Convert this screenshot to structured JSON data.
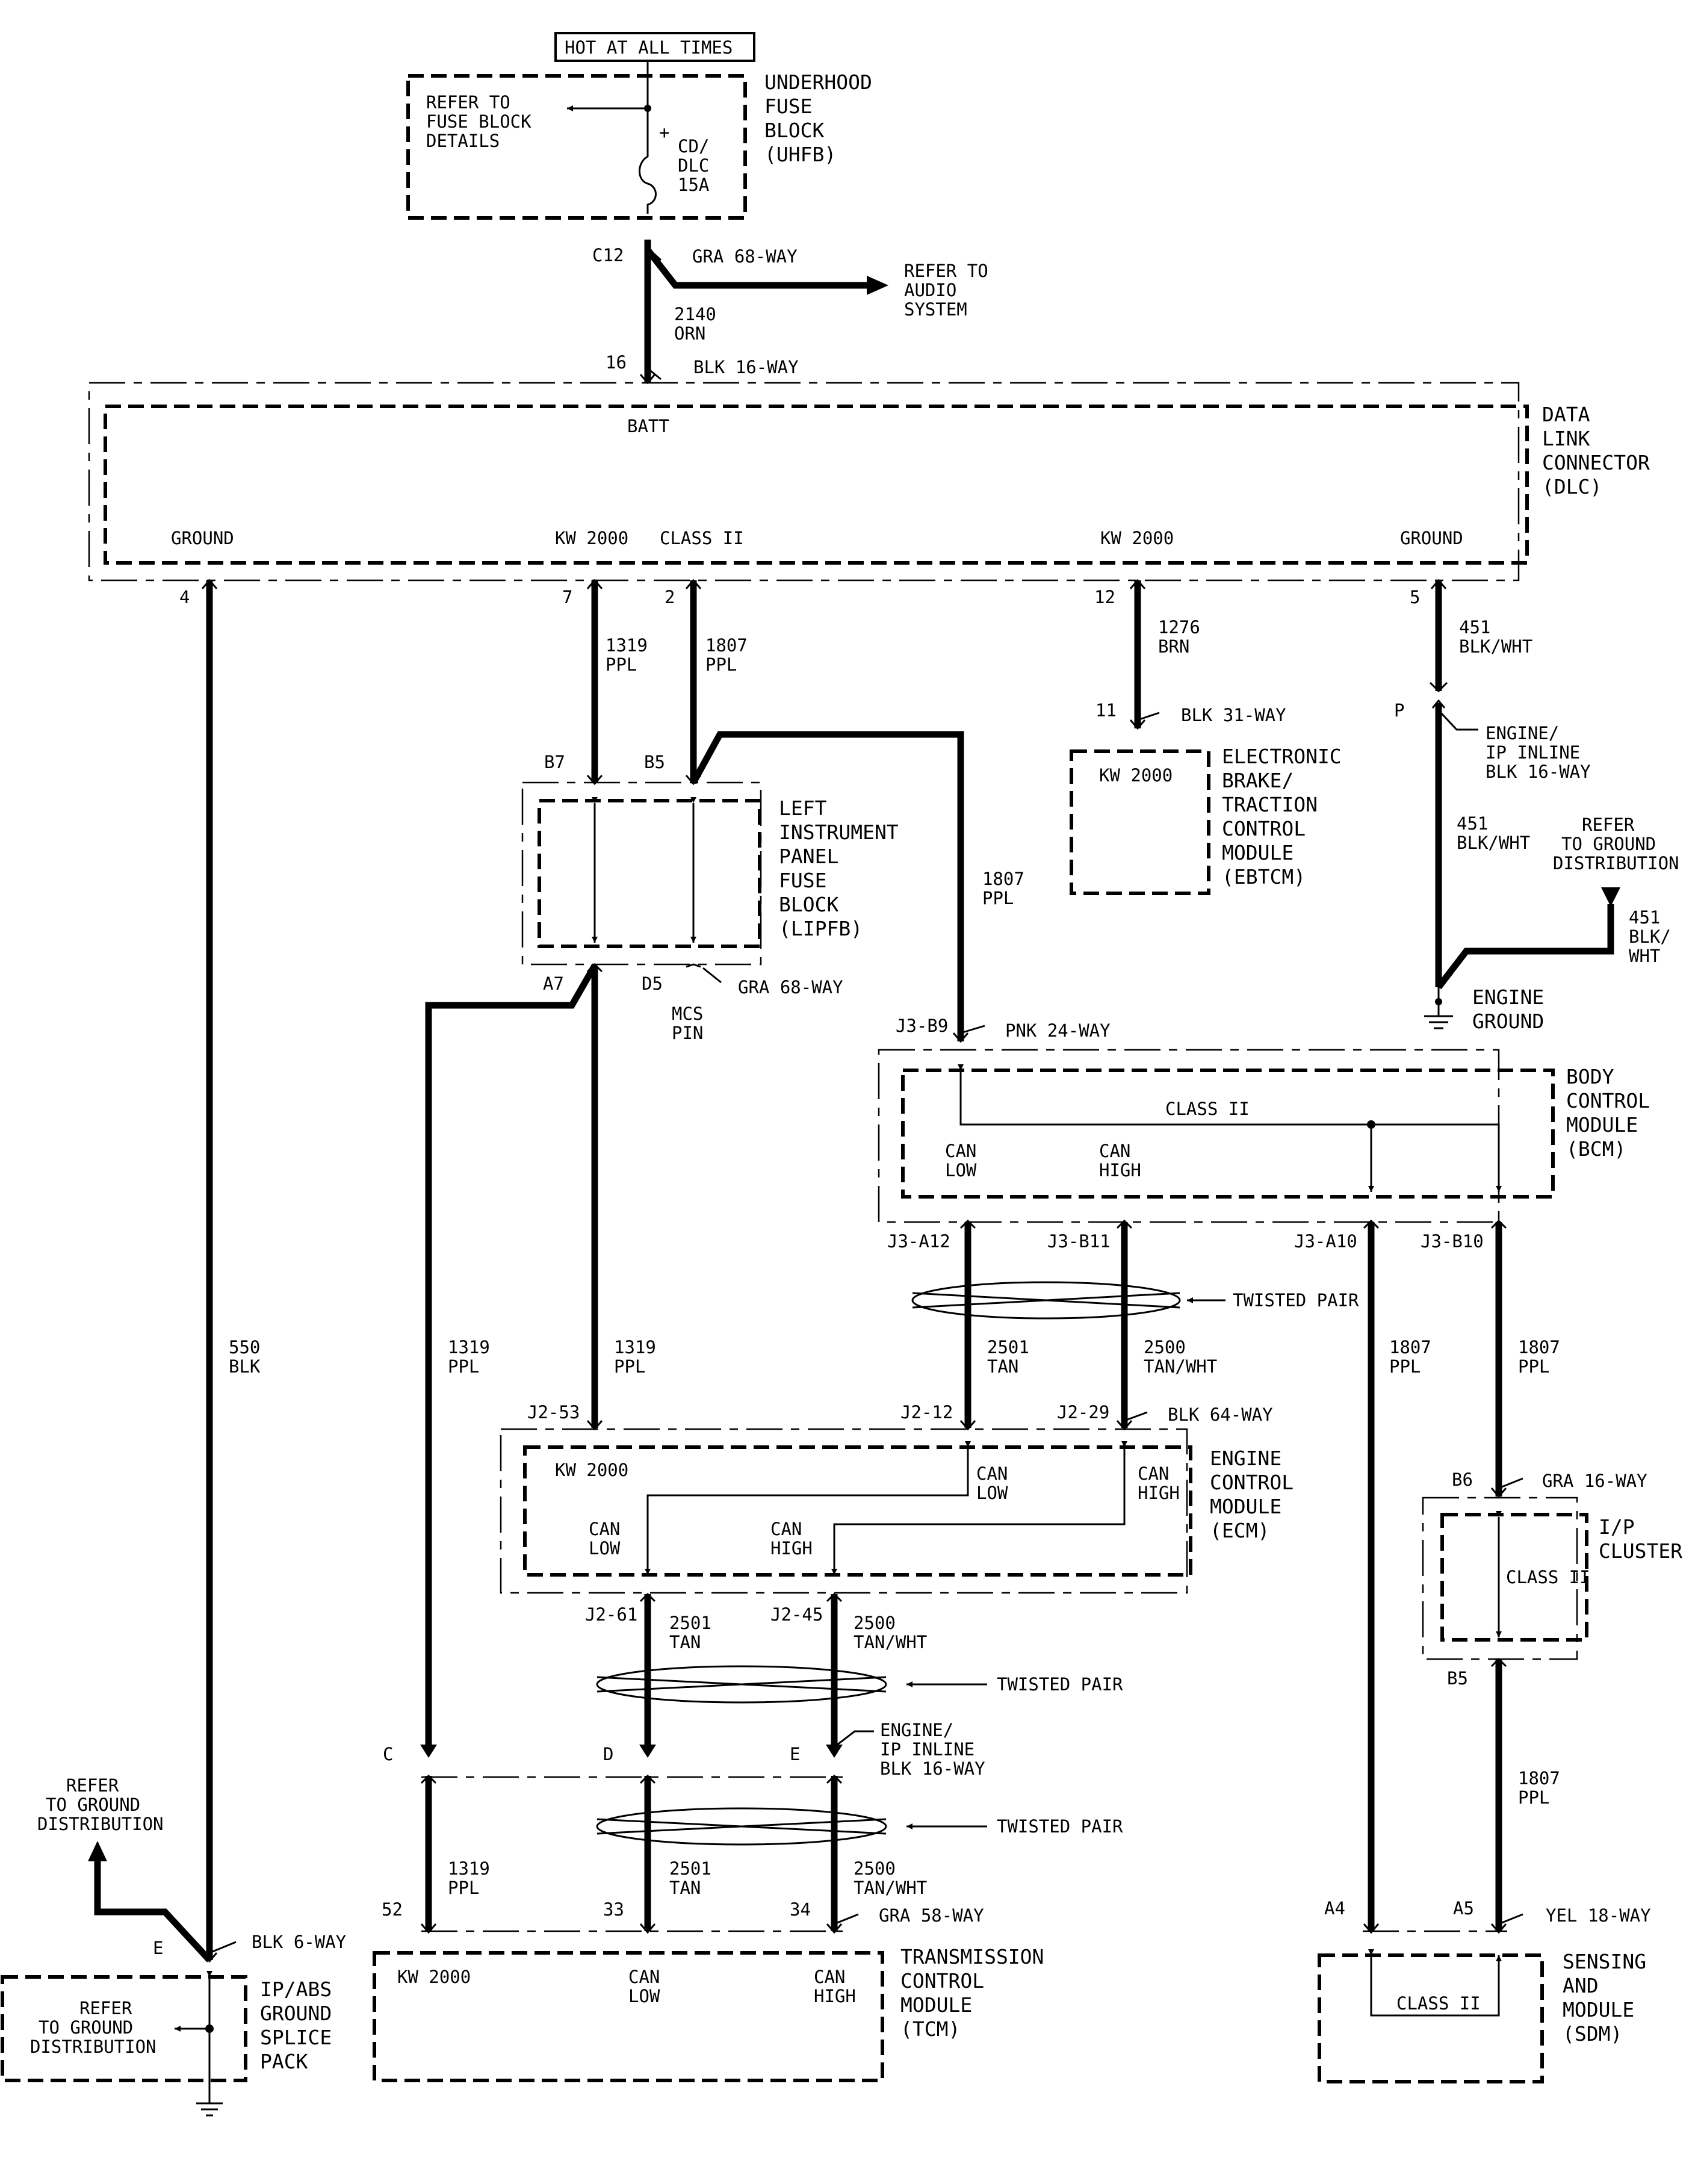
{
  "power": {
    "hot_label": "HOT AT ALL TIMES",
    "uhfb_ref": [
      "REFER TO",
      "FUSE BLOCK",
      "DETAILS"
    ],
    "fuse": [
      "CD/",
      "DLC",
      "15A"
    ],
    "fuse_plus": "+",
    "uhfb_name": [
      "UNDERHOOD",
      "FUSE",
      "BLOCK",
      "(UHFB)"
    ],
    "c12_pin": "C12",
    "c12_conn": "GRA 68-WAY",
    "audio_ref": [
      "REFER TO",
      "AUDIO",
      "SYSTEM"
    ],
    "wire_2140": [
      "2140",
      "ORN"
    ],
    "pin16": "16",
    "conn16": "BLK 16-WAY"
  },
  "dlc": {
    "name": [
      "DATA",
      "LINK",
      "CONNECTOR",
      "(DLC)"
    ],
    "batt": "BATT",
    "ground1": "GROUND",
    "kw2000a": "KW 2000",
    "class2": "CLASS II",
    "kw2000b": "KW 2000",
    "ground2": "GROUND",
    "pin4": "4",
    "pin7": "7",
    "pin2": "2",
    "pin12": "12",
    "pin5": "5"
  },
  "wires": {
    "w1319a": [
      "1319",
      "PPL"
    ],
    "w1807a": [
      "1807",
      "PPL"
    ],
    "w1276": [
      "1276",
      "BRN"
    ],
    "w451a": [
      "451",
      "BLK/WHT"
    ],
    "w1807b": [
      "1807",
      "PPL"
    ],
    "w451b": [
      "451",
      "BLK/WHT"
    ],
    "w451c": [
      "451",
      "BLK/",
      "WHT"
    ],
    "w550": [
      "550",
      "BLK"
    ],
    "w1319b": [
      "1319",
      "PPL"
    ],
    "w1319c": [
      "1319",
      "PPL"
    ],
    "w2501a": [
      "2501",
      "TAN"
    ],
    "w2500a": [
      "2500",
      "TAN/WHT"
    ],
    "w1807c": [
      "1807",
      "PPL"
    ],
    "w1807d": [
      "1807",
      "PPL"
    ],
    "w2501b": [
      "2501",
      "TAN"
    ],
    "w2500b": [
      "2500",
      "TAN/WHT"
    ],
    "w1807e": [
      "1807",
      "PPL"
    ],
    "w1319d": [
      "1319",
      "PPL"
    ],
    "w2501c": [
      "2501",
      "TAN"
    ],
    "w2500c": [
      "2500",
      "TAN/WHT"
    ]
  },
  "ebtcm": {
    "pin11": "11",
    "conn": "BLK 31-WAY",
    "kw": "KW 2000",
    "name": [
      "ELECTRONIC",
      "BRAKE/",
      "TRACTION",
      "CONTROL",
      "MODULE",
      "(EBTCM)"
    ]
  },
  "inline1": {
    "pinP": "P",
    "conn": [
      "ENGINE/",
      "IP INLINE",
      "BLK 16-WAY"
    ]
  },
  "engine_ground": {
    "ref": [
      "REFER",
      "TO GROUND",
      "DISTRIBUTION"
    ],
    "name": [
      "ENGINE",
      "GROUND"
    ]
  },
  "lipfb": {
    "b7": "B7",
    "b5": "B5",
    "a7": "A7",
    "d5": "D5",
    "conn": "GRA 68-WAY",
    "mcs": [
      "MCS",
      "PIN"
    ],
    "name": [
      "LEFT",
      "INSTRUMENT",
      "PANEL",
      "FUSE",
      "BLOCK",
      "(LIPFB)"
    ]
  },
  "bcm": {
    "j3b9": "J3-B9",
    "conn": "PNK 24-WAY",
    "class2": "CLASS II",
    "can_low": [
      "CAN",
      "LOW"
    ],
    "can_high": [
      "CAN",
      "HIGH"
    ],
    "name": [
      "BODY",
      "CONTROL",
      "MODULE",
      "(BCM)"
    ],
    "j3a12": "J3-A12",
    "j3b11": "J3-B11",
    "j3a10": "J3-A10",
    "j3b10": "J3-B10",
    "twisted": "TWISTED PAIR"
  },
  "ecm": {
    "j253": "J2-53",
    "j212": "J2-12",
    "j229": "J2-29",
    "conn": "BLK 64-WAY",
    "kw": "KW 2000",
    "can_low_top": [
      "CAN",
      "LOW"
    ],
    "can_high_top": [
      "CAN",
      "HIGH"
    ],
    "can_low_bot": [
      "CAN",
      "LOW"
    ],
    "can_high_bot": [
      "CAN",
      "HIGH"
    ],
    "name": [
      "ENGINE",
      "CONTROL",
      "MODULE",
      "(ECM)"
    ],
    "j261": "J2-61",
    "j245": "J2-45",
    "twisted": "TWISTED PAIR"
  },
  "cluster": {
    "b6": "B6",
    "conn": "GRA 16-WAY",
    "class2": "CLASS II",
    "name": [
      "I/P",
      "CLUSTER"
    ],
    "b5": "B5"
  },
  "inline2": {
    "c": "C",
    "d": "D",
    "e": "E",
    "conn": [
      "ENGINE/",
      "IP INLINE",
      "BLK 16-WAY"
    ],
    "twisted": "TWISTED PAIR"
  },
  "tcm": {
    "p52": "52",
    "p33": "33",
    "p34": "34",
    "conn": "GRA 58-WAY",
    "kw": "KW 2000",
    "can_low": [
      "CAN",
      "LOW"
    ],
    "can_high": [
      "CAN",
      "HIGH"
    ],
    "name": [
      "TRANSMISSION",
      "CONTROL",
      "MODULE",
      "(TCM)"
    ]
  },
  "sdm": {
    "a4": "A4",
    "a5": "A5",
    "conn": "YEL 18-WAY",
    "class2": "CLASS II",
    "name": [
      "SENSING",
      "AND",
      "MODULE",
      "(SDM)"
    ]
  },
  "splice": {
    "ref_top": [
      "REFER",
      "TO GROUND",
      "DISTRIBUTION"
    ],
    "pinE": "E",
    "conn": "BLK 6-WAY",
    "ref_in": [
      "REFER",
      "TO GROUND",
      "DISTRIBUTION"
    ],
    "name": [
      "IP/ABS",
      "GROUND",
      "SPLICE",
      "PACK"
    ]
  }
}
